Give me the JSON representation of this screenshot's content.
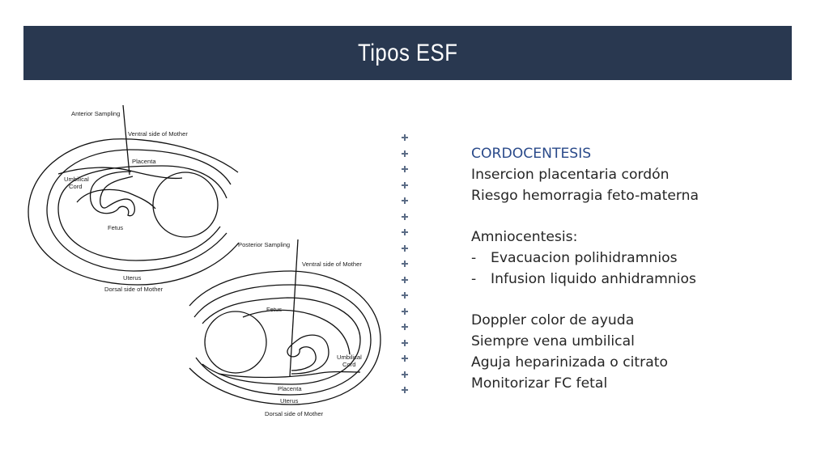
{
  "title": "Tipos ESF",
  "diagram": {
    "top": {
      "sampling": "Anterior Sampling",
      "ventral": "Ventral side of Mother",
      "placenta": "Placenta",
      "cord_1": "Umbilical",
      "cord_2": "Cord",
      "fetus": "Fetus",
      "uterus": "Uterus",
      "dorsal": "Dorsal side of Mother"
    },
    "bottom": {
      "sampling": "Posterior Sampling",
      "ventral": "Ventral side of Mother",
      "fetus": "Fetus",
      "cord_1": "Umbilical",
      "cord_2": "Cord",
      "placenta": "Placenta",
      "uterus": "Uterus",
      "dorsal": "Dorsal side of Mother"
    }
  },
  "content": {
    "heading": "CORDOCENTESIS",
    "line1": "Insercion placentaria cordón",
    "line2": "Riesgo hemorragia feto-materna",
    "amnio": "Amniocentesis:",
    "dash1": "-",
    "item1": "Evacuacion polihidramnios",
    "dash2": "-",
    "item2": "Infusion liquido anhidramnios",
    "line3": "Doppler color de ayuda",
    "line4": "Siempre vena umbilical",
    "line5": "Aguja heparinizada o citrato",
    "line6": "Monitorizar FC fetal"
  }
}
